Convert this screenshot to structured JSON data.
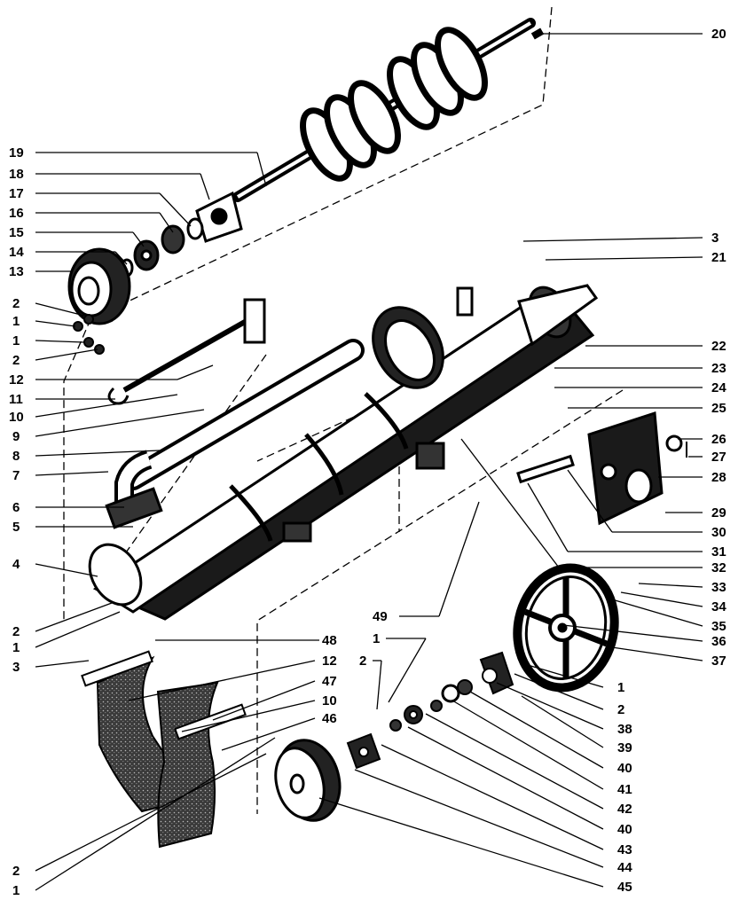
{
  "diagram": {
    "callouts_right": [
      "20",
      "3",
      "21",
      "22",
      "23",
      "24",
      "25",
      "26",
      "27",
      "28",
      "29",
      "30",
      "31",
      "32",
      "33",
      "34",
      "35",
      "36",
      "37",
      "1",
      "2",
      "38",
      "39",
      "40",
      "41",
      "42",
      "40",
      "43",
      "44",
      "45"
    ],
    "callouts_left": [
      "19",
      "18",
      "17",
      "16",
      "15",
      "14",
      "13",
      "2",
      "1",
      "1",
      "2",
      "12",
      "11",
      "10",
      "9",
      "8",
      "7",
      "6",
      "5",
      "4",
      "2",
      "1",
      "3",
      "2",
      "1"
    ],
    "callouts_center": [
      "49",
      "1",
      "2",
      "48",
      "12",
      "47",
      "10",
      "46"
    ]
  }
}
